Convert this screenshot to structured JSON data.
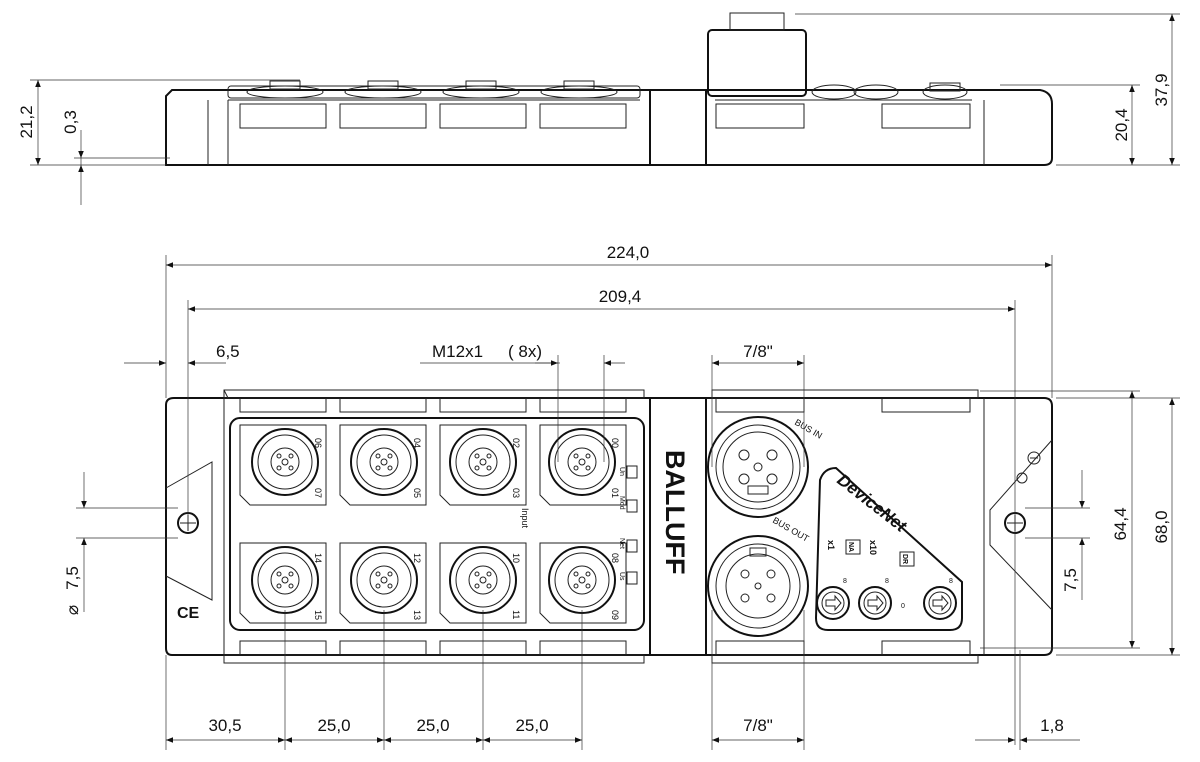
{
  "dimensions": {
    "overall_width": "224,0",
    "hole_spacing": "209,4",
    "edge_offset": "6,5",
    "connector_thread": "M12x1",
    "connector_count": "( 8x)",
    "bus_connector_top": "7/8\"",
    "bus_connector_bottom": "7/8\"",
    "height_total": "68,0",
    "height_inner": "64,4",
    "hole_diameter": "7,5",
    "hole_diameter_symbol": "⌀",
    "hole_offset_right": "7,5",
    "side_height_left": "21,2",
    "side_step_left": "0,3",
    "side_height_right": "20,4",
    "side_height_total": "37,9",
    "pitch_first": "30,5",
    "pitch_2": "25,0",
    "pitch_3": "25,0",
    "pitch_4": "25,0",
    "right_offset": "1,8"
  },
  "labels": {
    "brand": "BALLUFF",
    "bus_in": "BUS IN",
    "bus_out": "BUS OUT",
    "devicenet": "DeviceNet",
    "input": "Input",
    "ce_mark": "CE",
    "led_un": "Un",
    "led_mod": "Mod",
    "led_net": "Net",
    "led_us": "Us",
    "x1": "x1",
    "na": "NA",
    "x10": "x10",
    "dr": "DR",
    "dial_8": "8",
    "dial_0": "0"
  },
  "ports_top": [
    "06",
    "04",
    "02",
    "00"
  ],
  "ports_top_inner": [
    "07",
    "05",
    "03",
    "01"
  ],
  "ports_bottom": [
    "14",
    "12",
    "10",
    "08"
  ],
  "ports_bottom_inner": [
    "15",
    "13",
    "11",
    "09"
  ]
}
